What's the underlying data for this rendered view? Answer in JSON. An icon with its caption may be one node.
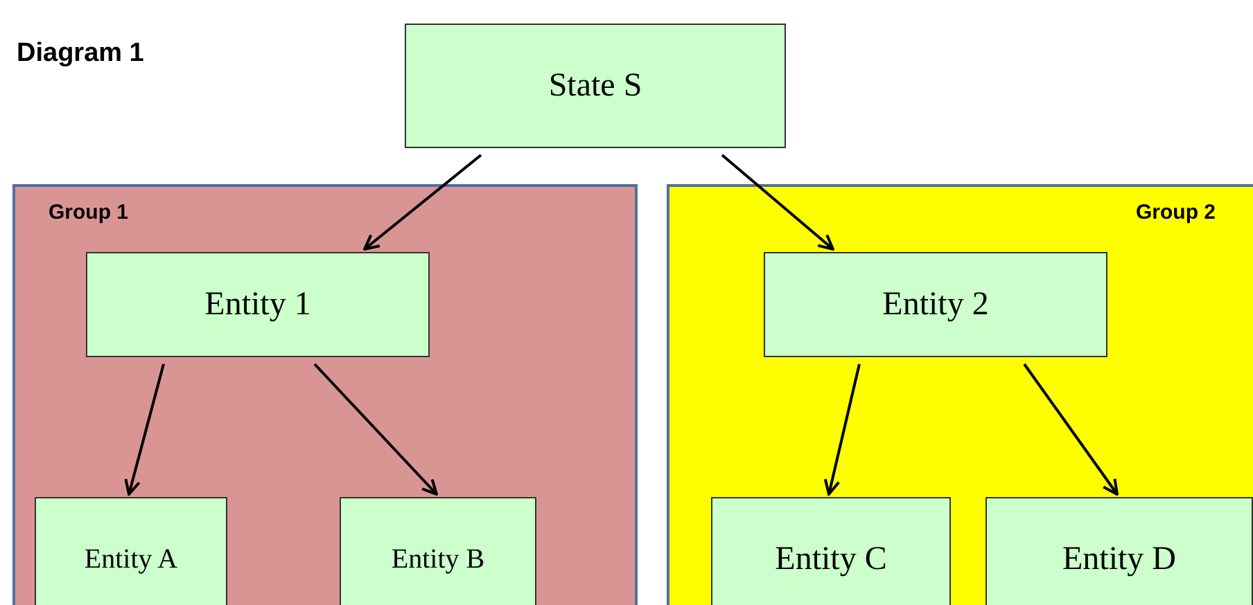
{
  "diagram": {
    "title": "Diagram 1",
    "nodes": [
      {
        "text": [
          "State S"
        ]
      },
      {
        "text": [
          "Group 1"
        ]
      },
      {
        "text": [
          "Entity 1"
        ],
        "in": 1
      },
      {
        "text": [
          "Entity A"
        ],
        "in": 1
      },
      {
        "text": [
          "Entity B"
        ],
        "in": 1
      },
      {
        "text": [
          "Group 2"
        ]
      },
      {
        "text": [
          "Entity 2"
        ],
        "in": 5
      },
      {
        "text": [
          "Entity C"
        ],
        "in": 5
      },
      {
        "text": [
          "Entity D"
        ],
        "in": 5
      }
    ],
    "edges": [
      {
        "from": 0,
        "to": 2,
        "arrow": "to"
      },
      {
        "from": 0,
        "to": 6,
        "arrow": "to"
      },
      {
        "from": 2,
        "to": 3,
        "arrow": "to"
      },
      {
        "from": 2,
        "to": 4,
        "arrow": "to"
      },
      {
        "from": 6,
        "to": 7,
        "arrow": "to"
      },
      {
        "from": 6,
        "to": 8,
        "arrow": "to"
      }
    ]
  }
}
